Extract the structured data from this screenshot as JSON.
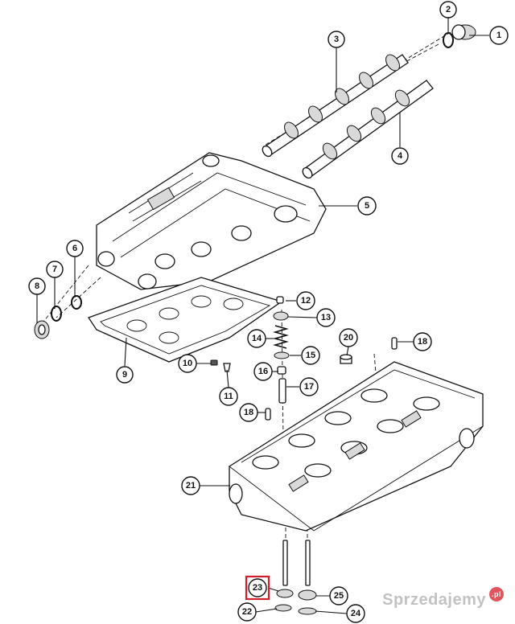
{
  "callouts": {
    "c1": "1",
    "c2": "2",
    "c3": "3",
    "c4": "4",
    "c5": "5",
    "c6": "6",
    "c7": "7",
    "c8": "8",
    "c9": "9",
    "c10": "10",
    "c11": "11",
    "c12": "12",
    "c13": "13",
    "c14": "14",
    "c15": "15",
    "c16": "16",
    "c17": "17",
    "c18a": "18",
    "c18b": "18",
    "c20": "20",
    "c21": "21",
    "c22": "22",
    "c23": "23",
    "c24": "24",
    "c25": "25"
  },
  "highlighted_callout": "23",
  "highlight_color": "#d21d2b",
  "watermark": {
    "text": "Sprzedajemy",
    "suffix": ".pl"
  }
}
